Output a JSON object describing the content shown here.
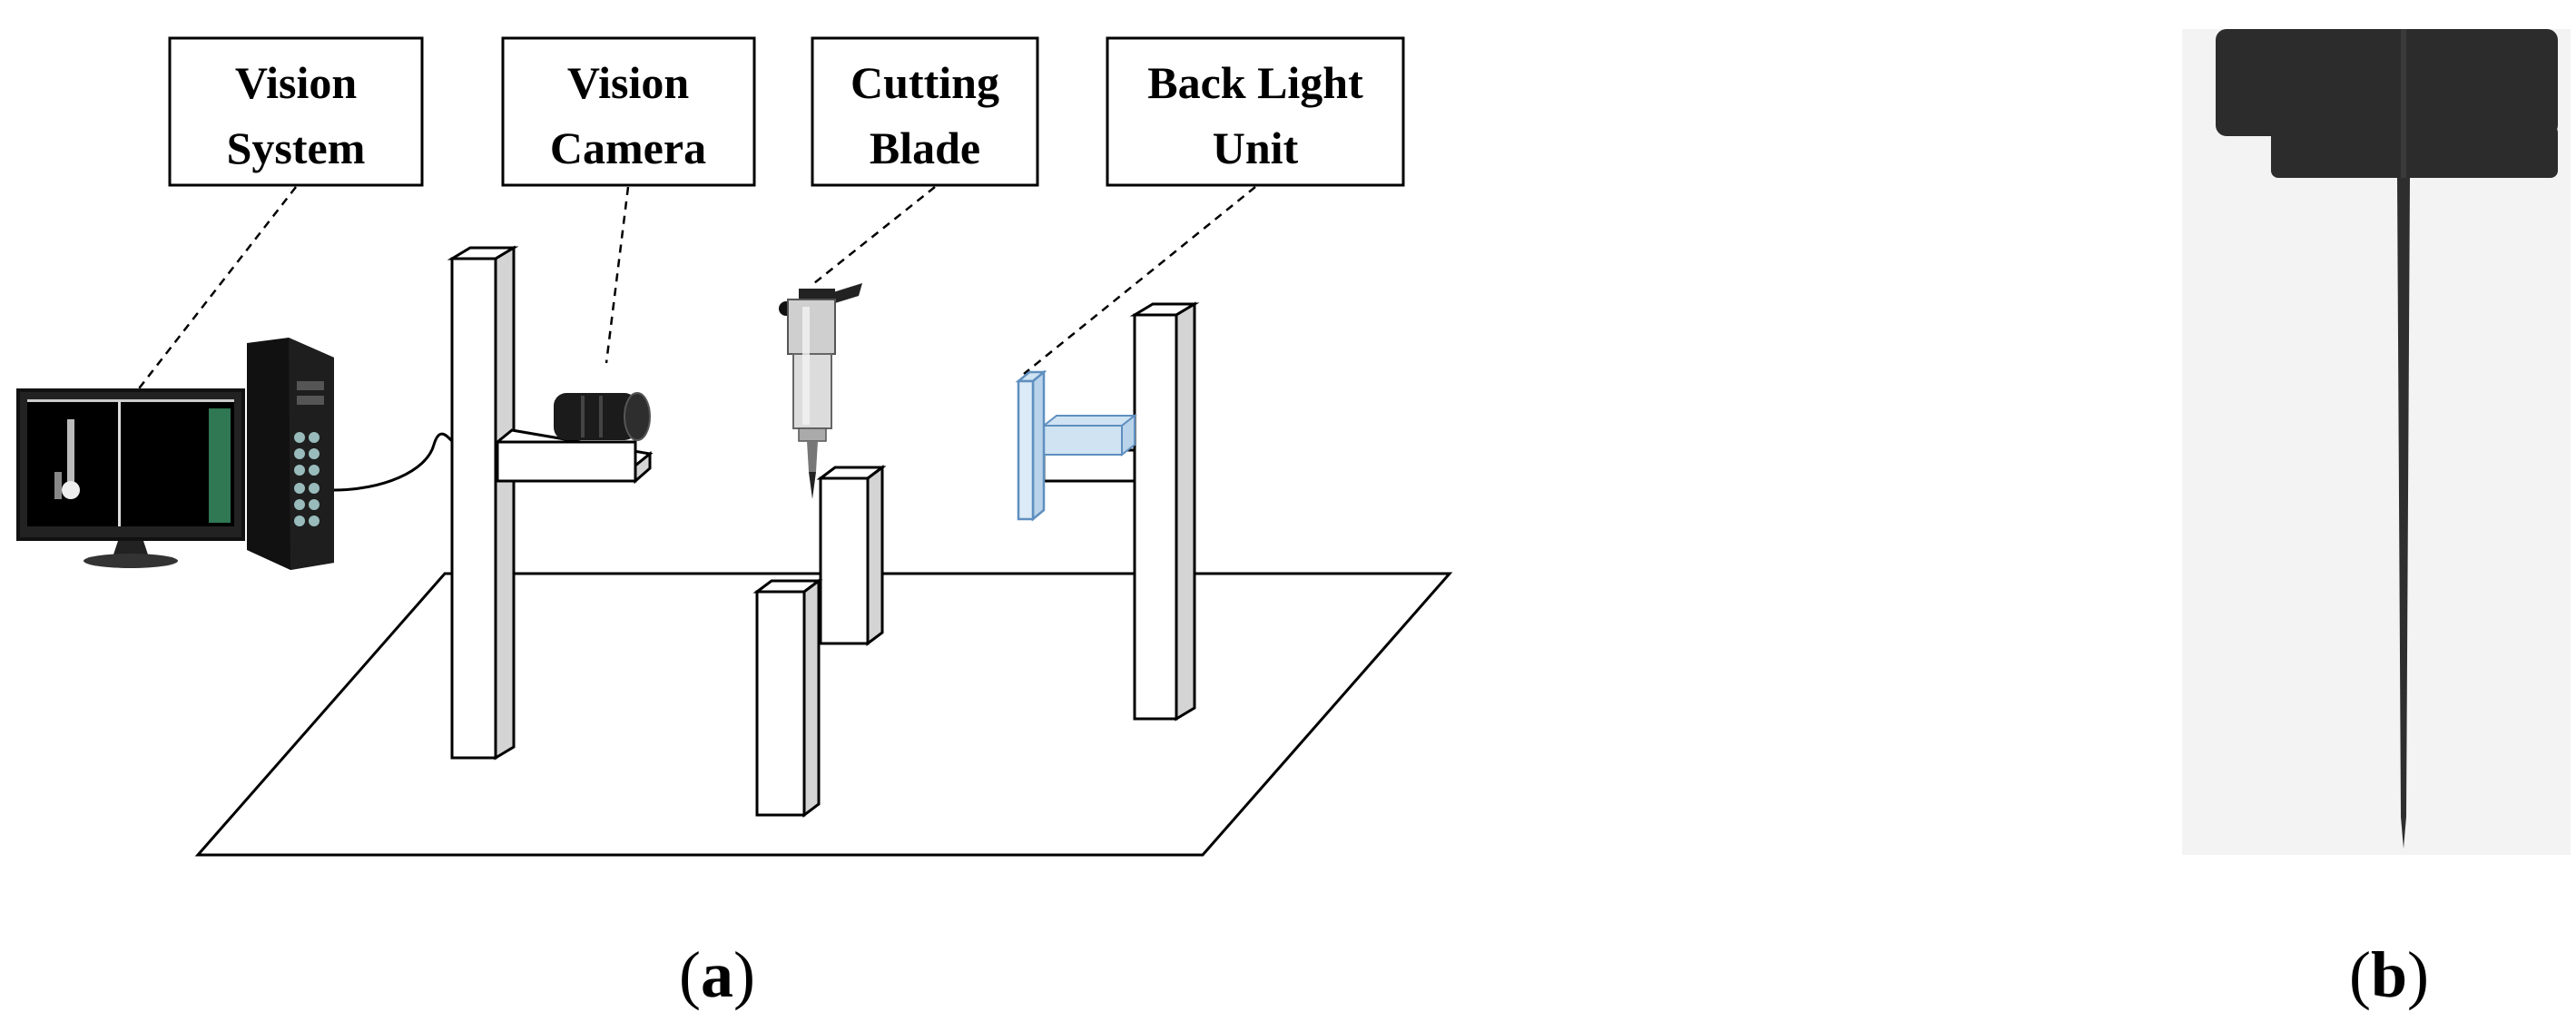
{
  "labels": {
    "vision_system": [
      "Vision",
      "System"
    ],
    "vision_camera": [
      "Vision",
      "Camera"
    ],
    "cutting_blade": [
      "Cutting",
      "Blade"
    ],
    "back_light_unit": [
      "Back Light",
      "Unit"
    ]
  },
  "captions": {
    "a": {
      "open": "(",
      "letter": "a",
      "close": ")"
    },
    "b": {
      "open": "(",
      "letter": "b",
      "close": ")"
    }
  },
  "colors": {
    "line": "#000000",
    "pillar_face": "#ffffff",
    "pillar_side": "#d4d4d4",
    "backlight": "#cfe3f3",
    "backlight_stroke": "#5f8fbf",
    "photo_bg": "#f3f3f3",
    "photo_dark": "#2c2c2c"
  }
}
